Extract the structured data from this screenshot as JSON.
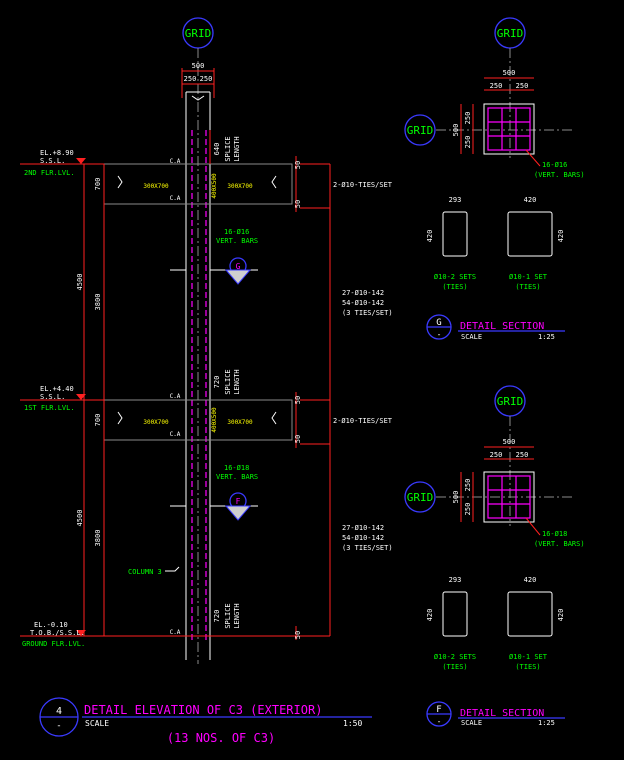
{
  "grid": {
    "label": "GRID"
  },
  "elevation": {
    "top_width": "500",
    "half_widths": [
      "250",
      "250"
    ],
    "levels": [
      {
        "el": "EL.+8.90",
        "ssl": "S.S.L.",
        "name": "2ND FLR.LVL."
      },
      {
        "el": "EL.+4.40",
        "ssl": "S.S.L.",
        "name": "1ST FLR.LVL."
      },
      {
        "el": "EL.-0.10",
        "ssl": "T.O.B./S.S.L.",
        "name": "GROUND FLR.LVL."
      }
    ],
    "beam_depth": "700",
    "story_height": "4500",
    "clear_height": "3800",
    "beam_size": "300X700",
    "column_label": "400X500",
    "ca": "C.A",
    "splices": [
      {
        "value": "640",
        "label1": "SPLICE",
        "label2": "LENGTH"
      },
      {
        "value": "720",
        "label1": "SPLICE",
        "label2": "LENGTH"
      },
      {
        "value": "720",
        "label1": "SPLICE",
        "label2": "LENGTH"
      }
    ],
    "bars_upper": {
      "count": "16-Ø16",
      "label": "VERT. BARS"
    },
    "bars_lower": {
      "count": "16-Ø18",
      "label": "VERT. BARS"
    },
    "dim_50": "50",
    "ties_set": "2-Ø10-TIES/SET",
    "ties_spacing": [
      "27-Ø10-142",
      "54-Ø10-142",
      "(3 TIES/SET)"
    ],
    "column_tag": "COLUMN 3",
    "marker_g": "G",
    "marker_f": "F"
  },
  "section_g": {
    "width": "500",
    "halves": [
      "250",
      "250"
    ],
    "height": "500",
    "height_halves": [
      "250",
      "250"
    ],
    "bars": "16-Ø16",
    "bars_label": "(VERT. BARS)",
    "tie_a_w": "293",
    "tie_a_h": "420",
    "tie_b_w": "420",
    "tie_b_h": "420",
    "tie_a_note": [
      "Ø10-2 SETS",
      "(TIES)"
    ],
    "tie_b_note": [
      "Ø10-1 SET",
      "(TIES)"
    ],
    "tag": "G",
    "tag_sub": "-",
    "title": "DETAIL SECTION",
    "scale_label": "SCALE",
    "scale": "1:25"
  },
  "section_f": {
    "width": "500",
    "halves": [
      "250",
      "250"
    ],
    "height": "500",
    "height_halves": [
      "250",
      "250"
    ],
    "bars": "16-Ø18",
    "bars_label": "(VERT. BARS)",
    "tie_a_w": "293",
    "tie_a_h": "420",
    "tie_b_w": "420",
    "tie_b_h": "420",
    "tie_a_note": [
      "Ø10-2 SETS",
      "(TIES)"
    ],
    "tie_b_note": [
      "Ø10-1 SET",
      "(TIES)"
    ],
    "tag": "F",
    "tag_sub": "-",
    "title": "DETAIL SECTION",
    "scale_label": "SCALE",
    "scale": "1:25"
  },
  "main_title": {
    "tag": "4",
    "tag_sub": "-",
    "title": "DETAIL ELEVATION OF C3 (EXTERIOR)",
    "scale_label": "SCALE",
    "scale": "1:50",
    "note": "(13 NOS. OF C3)"
  },
  "colors": {
    "red": "#ff2020",
    "green": "#00ff00",
    "magenta": "#ff00ff",
    "blue": "#3a3aff",
    "yellow": "#ffff00"
  }
}
